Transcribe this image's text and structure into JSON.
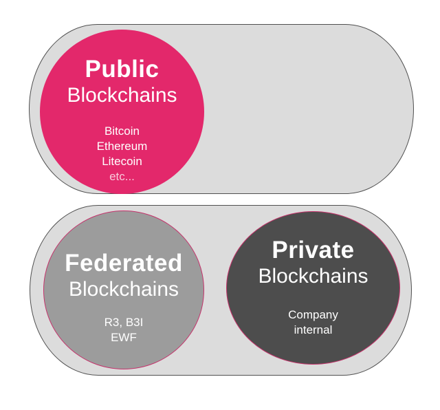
{
  "diagram": {
    "groups": [
      {
        "name": "Public Blockchains",
        "title": "Public",
        "subtitle": "Blockchains",
        "examples": [
          "Bitcoin",
          "Ethereum",
          "Litecoin",
          "etc..."
        ]
      },
      {
        "name": "Federated Blockchains",
        "title": "Federated",
        "subtitle": "Blockchains",
        "examples": [
          "R3, B3I",
          "EWF"
        ]
      },
      {
        "name": "Private Blockchains",
        "title": "Private",
        "subtitle": "Blockchains",
        "examples": [
          "Company",
          "internal"
        ]
      }
    ],
    "colors": {
      "container_fill": "#dcdcdc",
      "container_border": "#4f4f4f",
      "public_circle": "#e3286b",
      "federated_circle": "#9c9c9c",
      "private_circle": "#4d4d4d",
      "accent_ring": "#c5326b",
      "text": "#ffffff"
    }
  }
}
